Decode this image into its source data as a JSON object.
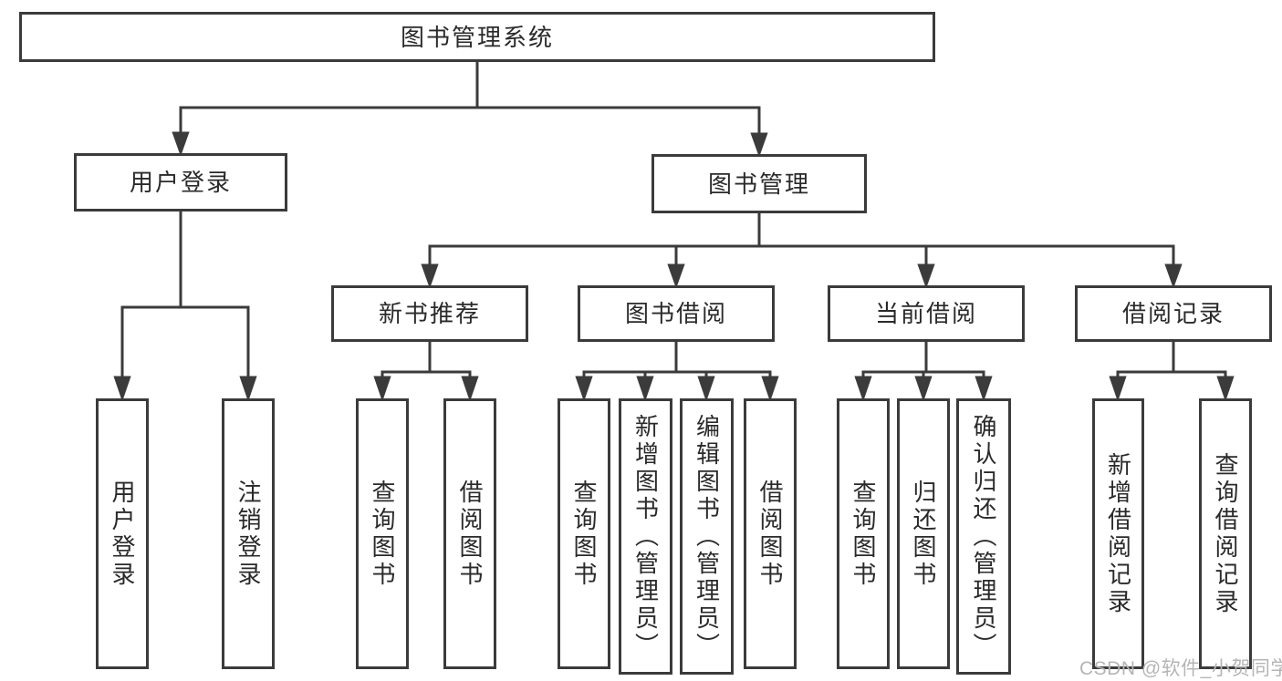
{
  "diagram": {
    "root": {
      "label": "图书管理系统"
    },
    "branches": [
      {
        "label": "用户登录",
        "children": [
          {
            "label": "用户登录"
          },
          {
            "label": "注销登录"
          }
        ]
      },
      {
        "label": "图书管理",
        "groups": [
          {
            "label": "新书推荐",
            "children": [
              {
                "label": "查询图书"
              },
              {
                "label": "借阅图书"
              }
            ]
          },
          {
            "label": "图书借阅",
            "children": [
              {
                "label": "查询图书"
              },
              {
                "label": "新增图书（管理员）"
              },
              {
                "label": "编辑图书（管理员）"
              },
              {
                "label": "借阅图书"
              }
            ]
          },
          {
            "label": "当前借阅",
            "children": [
              {
                "label": "查询图书"
              },
              {
                "label": "归还图书"
              },
              {
                "label": "确认归还（管理员）"
              }
            ]
          },
          {
            "label": "借阅记录",
            "children": [
              {
                "label": "新增借阅记录"
              },
              {
                "label": "查询借阅记录"
              }
            ]
          }
        ]
      }
    ]
  },
  "watermark": {
    "text": "CSDN @软件_小贺同学"
  },
  "colors": {
    "line": "#3b3b3b",
    "text": "#2a2a2a",
    "background": "#ffffff",
    "watermark": "#b5b5b5"
  }
}
